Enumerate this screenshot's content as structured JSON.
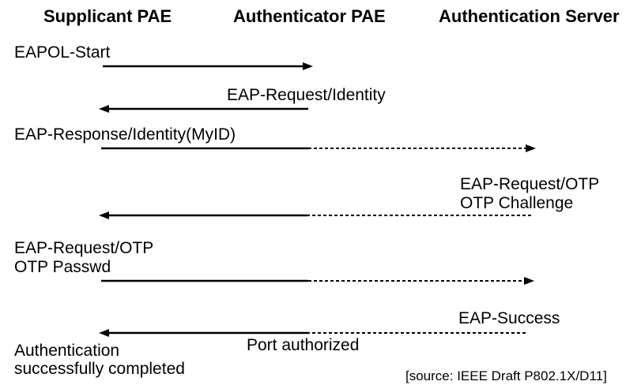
{
  "diagram": {
    "columns": [
      {
        "label": "Supplicant PAE"
      },
      {
        "label": "Authenticator PAE"
      },
      {
        "label": "Authentication Server"
      }
    ],
    "messages": [
      {
        "id": "eapol-start",
        "lines": [
          "EAPOL-Start"
        ],
        "direction": "right",
        "from": "Supplicant PAE",
        "to": "Authenticator PAE",
        "line_style": "solid"
      },
      {
        "id": "eap-request-identity",
        "lines": [
          "EAP-Request/Identity"
        ],
        "direction": "left",
        "from": "Authenticator PAE",
        "to": "Supplicant PAE",
        "line_style": "solid"
      },
      {
        "id": "eap-response-identity",
        "lines": [
          "EAP-Response/Identity(MyID)"
        ],
        "direction": "right",
        "from": "Supplicant PAE",
        "to": "Authentication Server",
        "line_style": "solid-then-dashed"
      },
      {
        "id": "eap-request-otp-challenge",
        "lines": [
          "EAP-Request/OTP",
          "OTP Challenge"
        ],
        "direction": "left",
        "from": "Authentication Server",
        "to": "Supplicant PAE",
        "line_style": "dashed-then-solid"
      },
      {
        "id": "eap-request-otp-passwd",
        "lines": [
          "EAP-Request/OTP",
          "OTP Passwd"
        ],
        "direction": "right",
        "from": "Supplicant PAE",
        "to": "Authentication Server",
        "line_style": "solid-then-dashed"
      },
      {
        "id": "eap-success",
        "lines": [
          "EAP-Success"
        ],
        "direction": "left",
        "from": "Authentication Server",
        "to": "Supplicant PAE",
        "line_style": "dashed-then-solid"
      }
    ],
    "annotations": {
      "port_authorized": "Port authorized",
      "completion_line1": "Authentication",
      "completion_line2": "successfully completed",
      "source": "[source: IEEE Draft P802.1X/D11]"
    },
    "colors": {
      "text": "#000000",
      "background": "#ffffff",
      "line": "#000000"
    }
  }
}
